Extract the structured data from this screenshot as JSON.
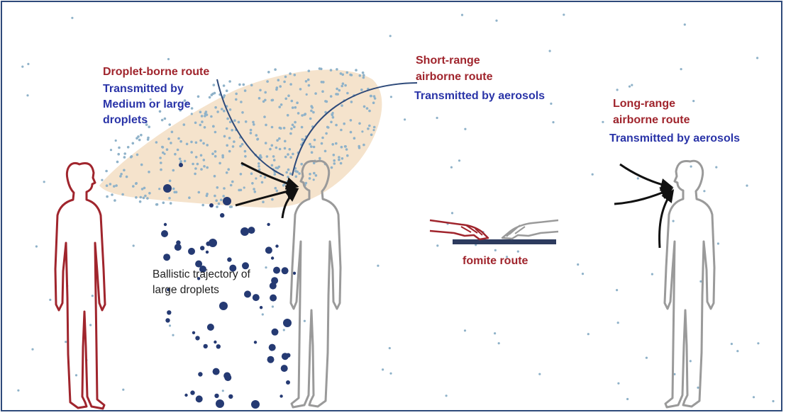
{
  "droplet_route": {
    "title": "Droplet-borne route",
    "subtitle_lines": [
      "Transmitted by",
      "Medium or large",
      "droplets"
    ]
  },
  "short_range": {
    "title_lines": [
      "Short-range",
      "airborne route"
    ],
    "subtitle": "Transmitted by aerosols"
  },
  "long_range": {
    "title_lines": [
      "Long-range",
      "airborne route"
    ],
    "subtitle": "Transmitted by aerosols"
  },
  "fomite": {
    "label": "fomite route"
  },
  "ballistic": {
    "lines": [
      "Ballistic trajectory of",
      "large droplets"
    ]
  },
  "colors": {
    "infected_person": "#a0252d",
    "exposed_person": "#9a9a9a",
    "cloud": "#f5e3cc",
    "aerosol": "#8fb2c9",
    "large_droplet": "#253a73",
    "route_title": "#a0252d",
    "route_subtitle": "#2a34a8",
    "frame": "#2e4a7a"
  },
  "icons": [
    "infected-person-figure",
    "exposed-person-figure",
    "distant-person-figure",
    "inhalation-arrow",
    "hands-touching-surface"
  ]
}
